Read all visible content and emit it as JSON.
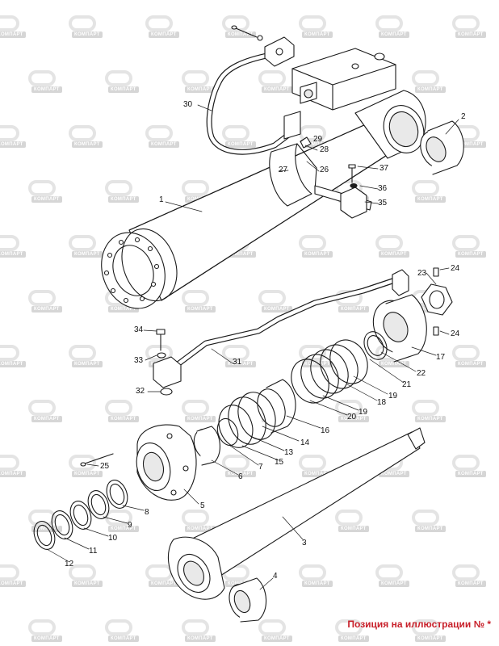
{
  "watermark": {
    "text": "КОМПАРТ"
  },
  "caption": {
    "text": "Позиция на иллюстрации № *",
    "color": "#c8202a"
  },
  "colors": {
    "line": "#1a1a1a",
    "fill": "#ffffff",
    "shade": "#e9e9e9",
    "watermark": "#d6d6d6"
  },
  "callouts": [
    {
      "id": "p1",
      "text": "1"
    },
    {
      "id": "p2",
      "text": "2"
    },
    {
      "id": "p3",
      "text": "3"
    },
    {
      "id": "p4",
      "text": "4"
    },
    {
      "id": "p5",
      "text": "5"
    },
    {
      "id": "p6",
      "text": "6"
    },
    {
      "id": "p7",
      "text": "7"
    },
    {
      "id": "p8",
      "text": "8"
    },
    {
      "id": "p9",
      "text": "9"
    },
    {
      "id": "p10",
      "text": "10"
    },
    {
      "id": "p11",
      "text": "11"
    },
    {
      "id": "p12",
      "text": "12"
    },
    {
      "id": "p13",
      "text": "13"
    },
    {
      "id": "p14",
      "text": "14"
    },
    {
      "id": "p15",
      "text": "15"
    },
    {
      "id": "p16",
      "text": "16"
    },
    {
      "id": "p17",
      "text": "17"
    },
    {
      "id": "p18",
      "text": "18"
    },
    {
      "id": "p19a",
      "text": "19"
    },
    {
      "id": "p19b",
      "text": "19"
    },
    {
      "id": "p20",
      "text": "20"
    },
    {
      "id": "p21",
      "text": "21"
    },
    {
      "id": "p22",
      "text": "22"
    },
    {
      "id": "p23",
      "text": "23"
    },
    {
      "id": "p24a",
      "text": "24"
    },
    {
      "id": "p24b",
      "text": "24"
    },
    {
      "id": "p25",
      "text": "25"
    },
    {
      "id": "p26",
      "text": "26"
    },
    {
      "id": "p27",
      "text": "27"
    },
    {
      "id": "p28",
      "text": "28"
    },
    {
      "id": "p29",
      "text": "29"
    },
    {
      "id": "p30",
      "text": "30"
    },
    {
      "id": "p31",
      "text": "31"
    },
    {
      "id": "p32",
      "text": "32"
    },
    {
      "id": "p33",
      "text": "33"
    },
    {
      "id": "p34",
      "text": "34"
    },
    {
      "id": "p35",
      "text": "35"
    },
    {
      "id": "p36",
      "text": "36"
    },
    {
      "id": "p37",
      "text": "37"
    }
  ]
}
